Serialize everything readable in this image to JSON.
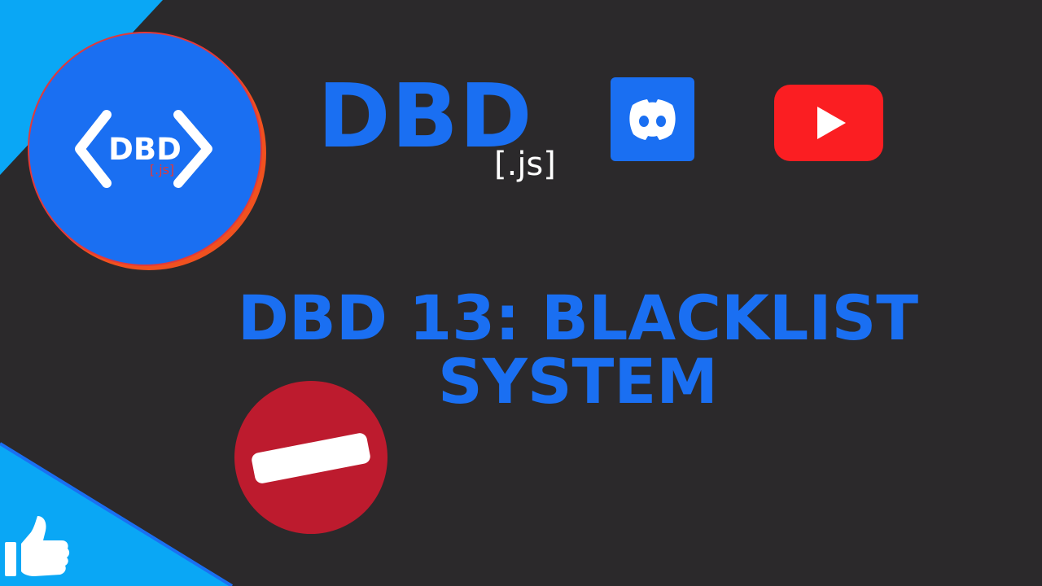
{
  "logo": {
    "text": "DBD",
    "suffix": "[.js]",
    "colors": {
      "circle": "#1a6ff2",
      "ring": "#f0511f",
      "bracket": "#ffffff",
      "suffix": "#e2393a"
    }
  },
  "brand": {
    "name": "DBD",
    "suffix": "[.js]"
  },
  "icons": {
    "discord": "discord-icon",
    "youtube": "youtube-icon",
    "stop": "no-entry-icon",
    "thumb": "thumbs-up-icon"
  },
  "title": {
    "line1": "DBD 13: BLACKLIST",
    "line2": "SYSTEM"
  },
  "colors": {
    "background": "#2b292b",
    "accent": "#1a6ff2",
    "cyan": "#0aa7f5",
    "discord": "#1a6ff2",
    "youtube": "#fb1e22",
    "stop": "#bd1b2e"
  }
}
